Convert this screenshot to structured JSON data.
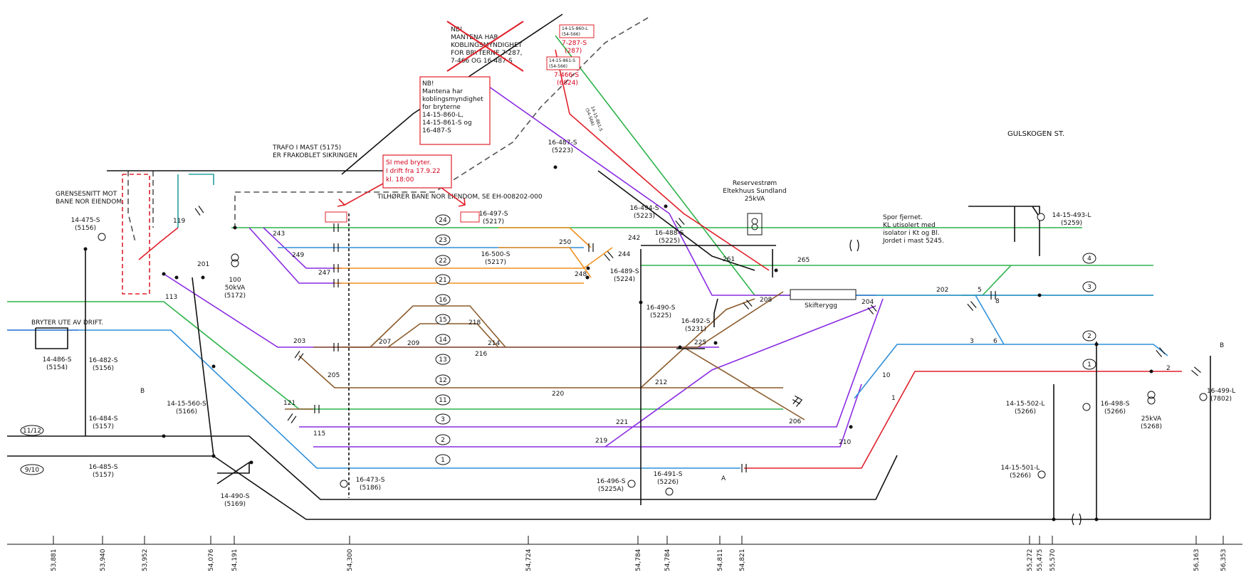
{
  "colors": {
    "black": "#111111",
    "green": "#2cb34a",
    "purple": "#8a2be2",
    "blue": "#2f8fd8",
    "orange": "#f09020",
    "brown": "#8b5a2b",
    "red": "#e0202a",
    "teal": "#2aa0a0",
    "grey": "#555555"
  },
  "notes": {
    "crossed_note": [
      "NB!",
      "MANTENA HAR",
      "KOBLINGSMYNDIGHET",
      "FOR BRYTERNE 7-287,",
      "7-466 OG 16-487-S"
    ],
    "nb_note": [
      "NB!",
      "Mantena har",
      "koblingsmyndighet",
      "for bryterne",
      "14-15-860-L,",
      "14-15-861-S og",
      "16-487-S"
    ],
    "si_note": [
      "SI med bryter.",
      "I drift fra 17.9.22",
      "kl. 18:00"
    ],
    "trafo": [
      "TRAFO I MAST (5175)",
      "ER FRAKOBLET SIKRINGEN"
    ],
    "grensesnitt": [
      "GRENSESNITT MOT",
      "BANE NOR EIENDOM."
    ],
    "tilhorer": "TILHØRER BANE NOR EIENDOM, SE EH-008202-000",
    "reserve": [
      "Reservestrøm",
      "Eltekhuus Sundland",
      "25kVA"
    ],
    "spor": [
      "Spor fjernet.",
      "KL utisolert med",
      "isolator i Kt og Bl.",
      "Jordet i mast 5245."
    ],
    "station": "GULSKOGEN ST.",
    "bryter_ute": "BRYTER UTE AV DRIFT.",
    "skiftebygg": "Skifterygg"
  },
  "red_boxes": {
    "b860": [
      "14-15-860-L",
      "(54-566)"
    ],
    "b861": [
      "14-15-861-S",
      "(54-566)"
    ],
    "s287": [
      "7-287-S",
      "(287)"
    ],
    "s466": [
      "7-466-S",
      "(6824)"
    ],
    "rot861": [
      "14-15-861-S",
      "(54-566)"
    ]
  },
  "track_numbers": [
    "24",
    "23",
    "22",
    "21",
    "16",
    "15",
    "14",
    "13",
    "12",
    "11",
    "3",
    "2",
    "1"
  ],
  "right_track_numbers": [
    "4",
    "3",
    "2",
    "1"
  ],
  "left_track_badges": [
    "11/12",
    "9/10"
  ],
  "switches": [
    [
      "14-475-S",
      "(5156)"
    ],
    [
      "14-486-S",
      "(5154)"
    ],
    [
      "16-482-S",
      "(5156)"
    ],
    [
      "16-484-S",
      "(5157)"
    ],
    [
      "16-485-S",
      "(5157)"
    ],
    [
      "14-15-560-S",
      "(5166)"
    ],
    [
      "14-490-S",
      "(5169)"
    ],
    [
      "16-473-S",
      "(5186)"
    ],
    [
      "16-497-S",
      "(5217)"
    ],
    [
      "16-500-S",
      "(5217)"
    ],
    [
      "16-487-S",
      "(5223)"
    ],
    [
      "16-494-S",
      "(5223)"
    ],
    [
      "16-488-S",
      "(5225)"
    ],
    [
      "16-489-S",
      "(5224)"
    ],
    [
      "16-490-S",
      "(5225)"
    ],
    [
      "16-492-S",
      "(5231)"
    ],
    [
      "16-496-S",
      "(5225A)"
    ],
    [
      "16-491-S",
      "(5226)"
    ],
    [
      "14-15-493-L",
      "(5259)"
    ],
    [
      "14-15-502-L",
      "(5266)"
    ],
    [
      "16-498-S",
      "(5266)"
    ],
    [
      "14-15-501-L",
      "(5266)"
    ],
    [
      "16-499-L",
      "(7802)"
    ]
  ],
  "trafos": [
    [
      "100",
      "50kVA",
      "(5172)"
    ],
    [
      "25kVA",
      "(5268)"
    ]
  ],
  "section_numbers": [
    "119",
    "113",
    "201",
    "243",
    "249",
    "247",
    "250",
    "244",
    "248",
    "242",
    "261",
    "265",
    "208",
    "204",
    "202",
    "203",
    "205",
    "207",
    "209",
    "218",
    "214",
    "216",
    "220",
    "212",
    "225",
    "121",
    "115",
    "221",
    "219",
    "206",
    "210",
    "10",
    "1",
    "5",
    "8",
    "3",
    "6",
    "2"
  ],
  "section_letters": [
    "B",
    "A",
    "B"
  ],
  "km_marks": [
    "53,881",
    "53,940",
    "53,952",
    "54,076",
    "54,191",
    "54,300",
    "54,724",
    "54,784",
    "54,784",
    "54,811",
    "54,821",
    "55,272",
    "55,475",
    "55,570",
    "56,163",
    "56,353"
  ]
}
